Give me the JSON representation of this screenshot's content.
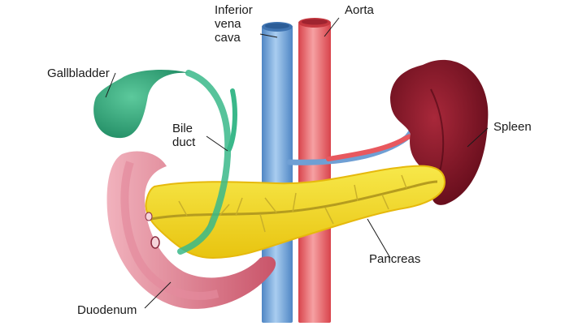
{
  "labels": {
    "ivc": "Inferior\nvena\ncava",
    "aorta": "Aorta",
    "gallbladder": "Gallbladder",
    "bile_duct": "Bile\nduct",
    "spleen": "Spleen",
    "pancreas": "Pancreas",
    "duodenum": "Duodenum"
  },
  "colors": {
    "ivc": "#6fa6d8",
    "aorta": "#e8585e",
    "gallbladder": "#2fa57b",
    "bile_duct": "#3ab88a",
    "spleen": "#7a1020",
    "pancreas": "#f2d820",
    "duodenum": "#c34a63",
    "pancreatic_duct": "#b8a022"
  }
}
